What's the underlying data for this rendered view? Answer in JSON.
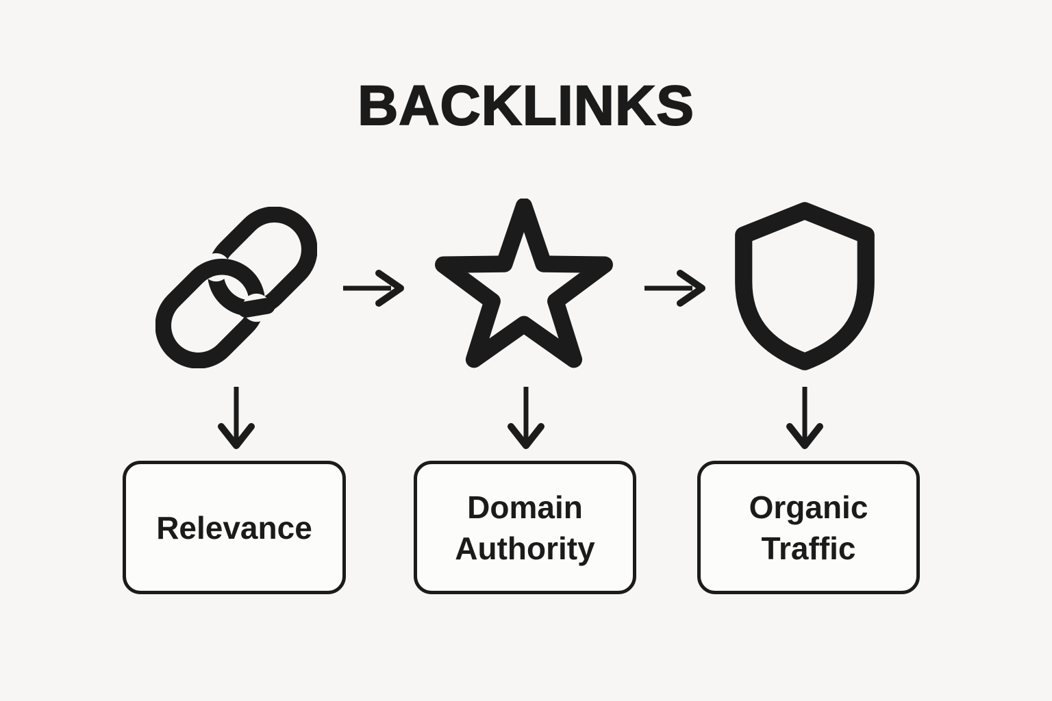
{
  "title": "BACKLINKS",
  "colors": {
    "background": "#f7f6f4",
    "ink": "#1b1b1b",
    "box_fill": "#fcfcfb"
  },
  "diagram": {
    "nodes": [
      {
        "icon": "link-icon",
        "label": "Relevance"
      },
      {
        "icon": "star-icon",
        "label": "Domain Authority"
      },
      {
        "icon": "shield-icon",
        "label": "Organic Traffic"
      }
    ],
    "flow": [
      "link-icon -> star-icon",
      "star-icon -> shield-icon",
      "link-icon -> Relevance",
      "star-icon -> Domain Authority",
      "shield-icon -> Organic Traffic"
    ]
  }
}
